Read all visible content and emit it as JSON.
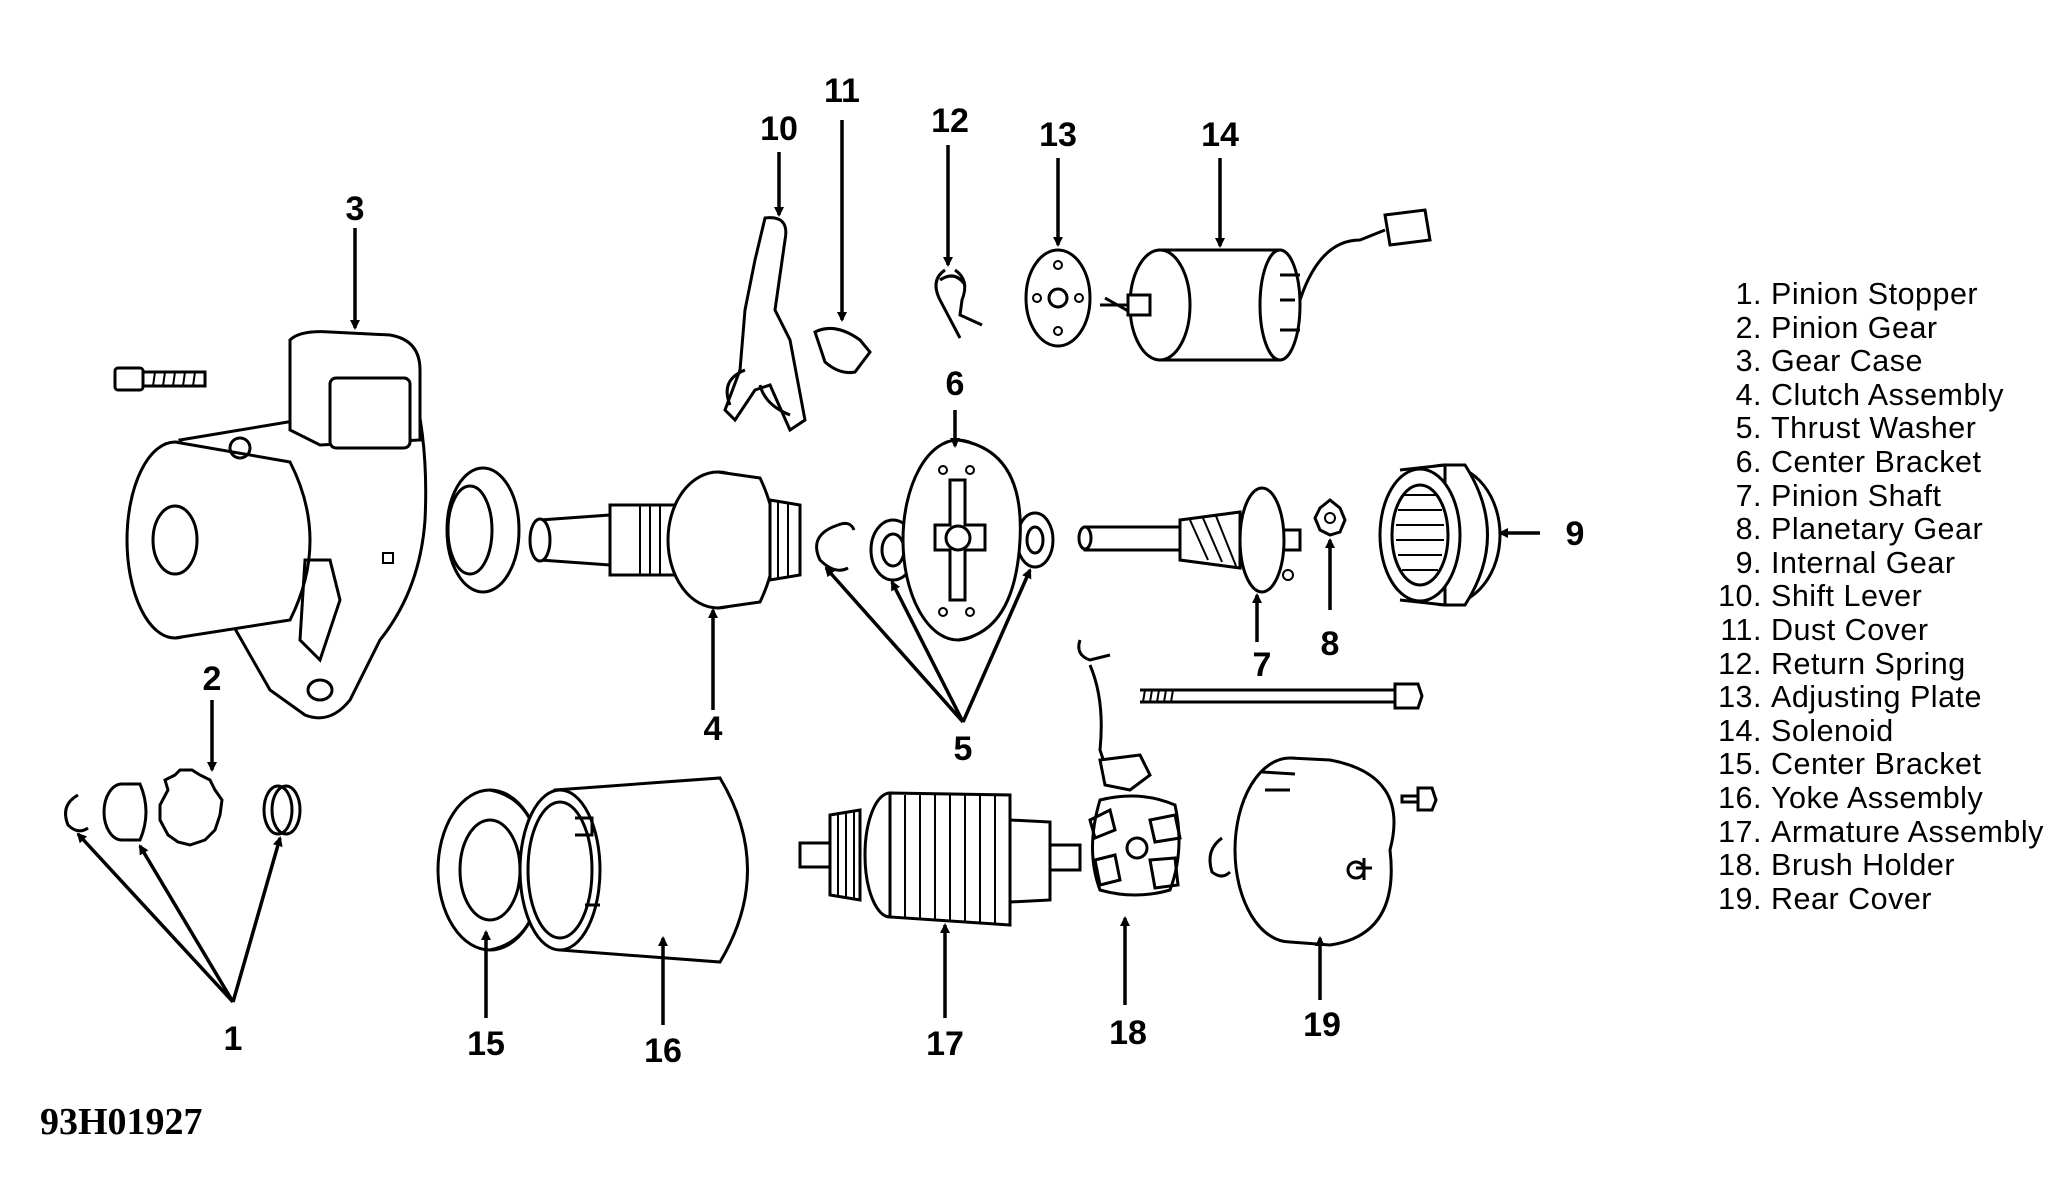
{
  "figure_code": "93H01927",
  "callouts": [
    "1",
    "2",
    "3",
    "4",
    "5",
    "6",
    "7",
    "8",
    "9",
    "10",
    "11",
    "12",
    "13",
    "14",
    "15",
    "16",
    "17",
    "18",
    "19"
  ],
  "legend": [
    {
      "num": "1.",
      "label": "Pinion Stopper"
    },
    {
      "num": "2.",
      "label": "Pinion Gear"
    },
    {
      "num": "3.",
      "label": "Gear Case"
    },
    {
      "num": "4.",
      "label": "Clutch Assembly"
    },
    {
      "num": "5.",
      "label": "Thrust Washer"
    },
    {
      "num": "6.",
      "label": "Center Bracket"
    },
    {
      "num": "7.",
      "label": "Pinion Shaft"
    },
    {
      "num": "8.",
      "label": "Planetary Gear"
    },
    {
      "num": "9.",
      "label": "Internal Gear"
    },
    {
      "num": "10.",
      "label": "Shift Lever"
    },
    {
      "num": "11.",
      "label": "Dust Cover"
    },
    {
      "num": "12.",
      "label": "Return Spring"
    },
    {
      "num": "13.",
      "label": "Adjusting Plate"
    },
    {
      "num": "14.",
      "label": "Solenoid"
    },
    {
      "num": "15.",
      "label": "Center Bracket"
    },
    {
      "num": "16.",
      "label": "Yoke Assembly"
    },
    {
      "num": "17.",
      "label": "Armature Assembly"
    },
    {
      "num": "18.",
      "label": "Brush Holder"
    },
    {
      "num": "19.",
      "label": "Rear Cover"
    }
  ]
}
